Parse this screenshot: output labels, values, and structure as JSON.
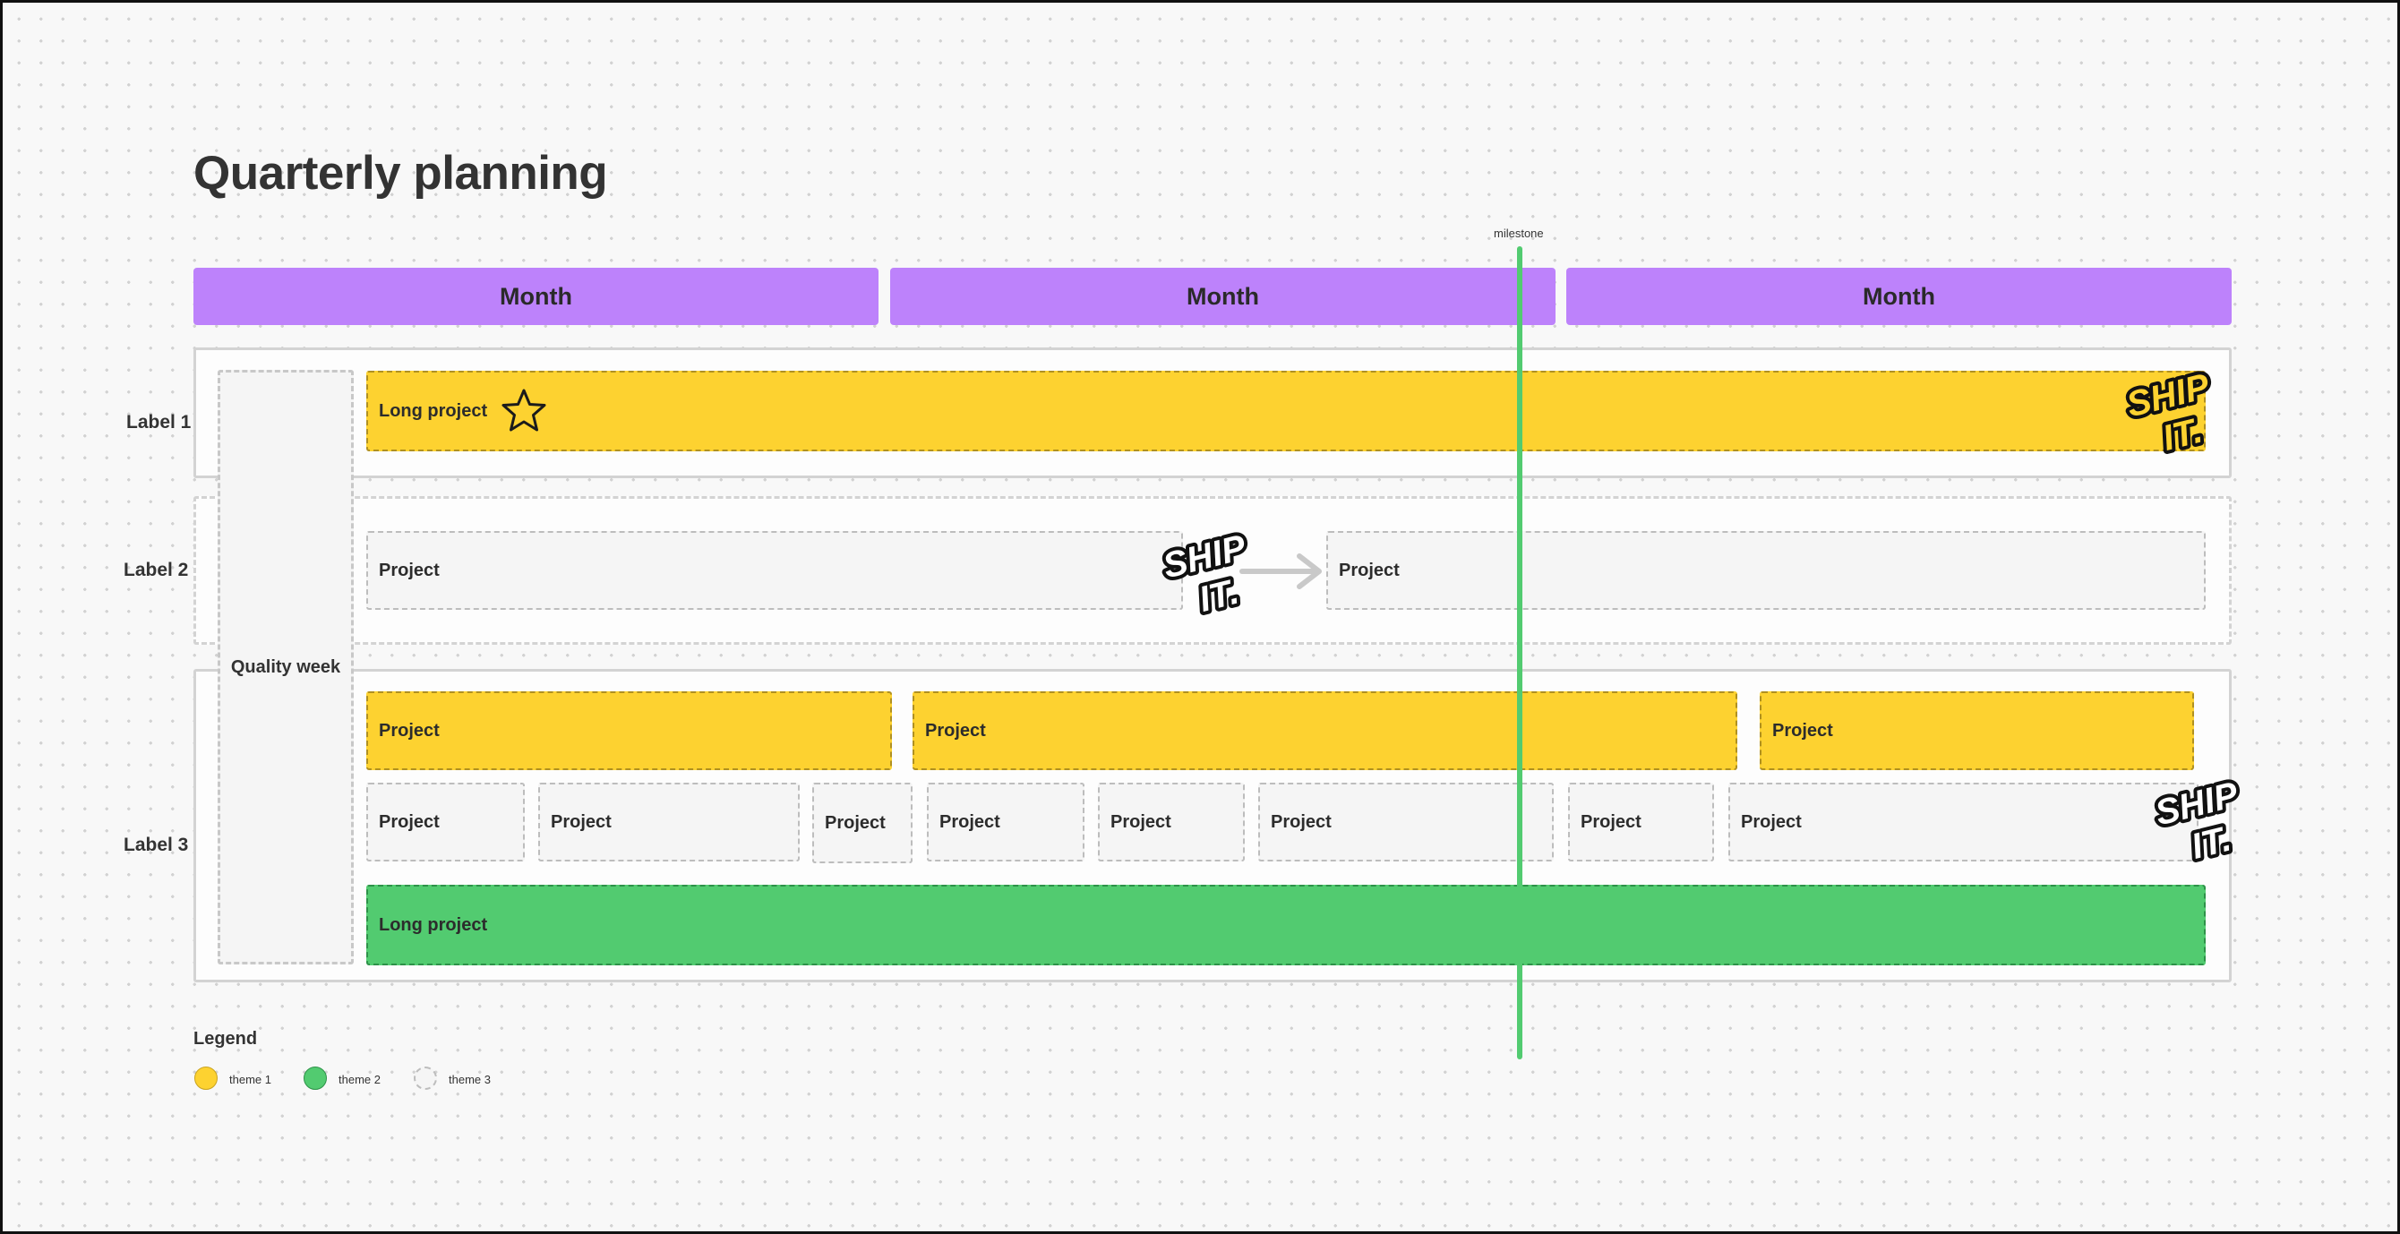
{
  "title": "Quarterly planning",
  "milestone": {
    "label": "milestone",
    "color": "#52cb70"
  },
  "months": [
    "Month",
    "Month",
    "Month"
  ],
  "rows": {
    "label1": "Label 1",
    "label2": "Label 2",
    "label3": "Label 3"
  },
  "quality_week": "Quality week",
  "row1": {
    "long_project": "Long project"
  },
  "row2": {
    "project_a": "Project",
    "project_b": "Project"
  },
  "row3": {
    "yellow": [
      "Project",
      "Project",
      "Project"
    ],
    "gray": [
      "Project",
      "Project",
      "Project",
      "Project",
      "Project",
      "Project",
      "Project",
      "Project"
    ],
    "long_project": "Long project"
  },
  "stickers": {
    "line1": "SHIP",
    "line2": "IT."
  },
  "legend": {
    "title": "Legend",
    "items": [
      {
        "label": "theme 1",
        "color": "#fdd230"
      },
      {
        "label": "theme 2",
        "color": "#52cb70"
      },
      {
        "label": "theme 3",
        "color": "#f5f5f5"
      }
    ]
  },
  "colors": {
    "month": "#bd82fb",
    "theme1": "#fdd230",
    "theme2": "#52cb70",
    "theme3": "#f5f5f5"
  }
}
